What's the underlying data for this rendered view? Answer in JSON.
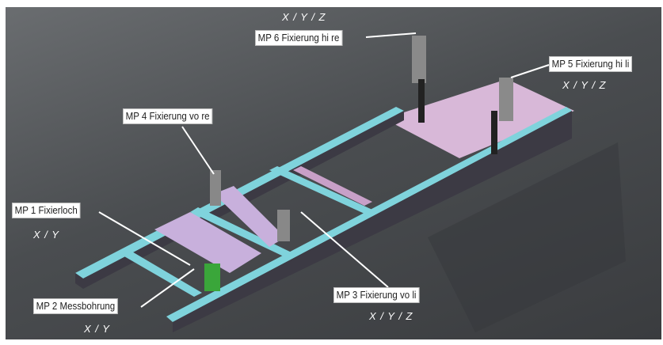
{
  "labels": {
    "mp1": {
      "text": "MP 1 Fixierloch",
      "axes": "X / Y"
    },
    "mp2": {
      "text": "MP 2 Messbohrung",
      "axes": "X / Y"
    },
    "mp3": {
      "text": "MP 3 Fixierung vo li",
      "axes": "X / Y / Z"
    },
    "mp4": {
      "text": "MP 4 Fixierung vo re"
    },
    "mp5": {
      "text": "MP 5 Fixierung hi li",
      "axes": "X / Y / Z"
    },
    "mp6": {
      "text": "MP 6 Fixierung hi re",
      "axes": "X / Y / Z"
    }
  },
  "colors": {
    "rail": "#7fd3dc",
    "plate": "#d8b8d8",
    "clamp": "#3aa63a",
    "frame_side": "#3c3a44"
  }
}
